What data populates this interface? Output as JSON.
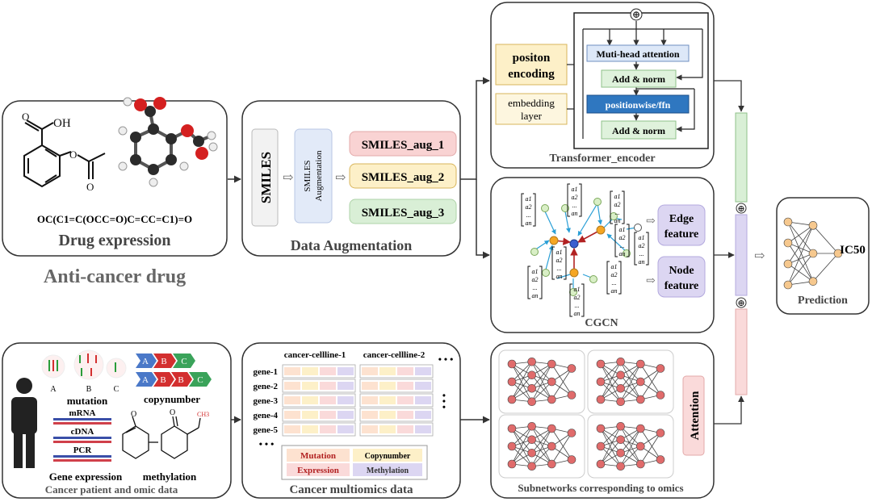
{
  "drug_panel": {
    "smiles_formula": "OC(C1=C(OCC=O)C=CC=C1)=O",
    "caption": "Drug expression",
    "oh_label": "OH",
    "o_label": "O"
  },
  "section_label_drug": "Anti-cancer drug",
  "augmentation": {
    "smiles_label": "SMILES",
    "augmentation_label_line1": "SMILES",
    "augmentation_label_line2": "Augmentation",
    "aug_items": [
      "SMILES_aug_1",
      "SMILES_aug_2",
      "SMILES_aug_3"
    ],
    "caption": "Data Augmentation"
  },
  "transformer": {
    "positon_encoding_line1": "positon",
    "positon_encoding_line2": "encoding",
    "embedding_layer_line1": "embedding",
    "embedding_layer_line2": "layer",
    "multi_head": "Muti-head attention",
    "add_norm_1": "Add & norm",
    "positionwise": "positionwise/ffn",
    "add_norm_2": "Add & norm",
    "caption": "Transformer_encoder",
    "plus_symbol": "⊕"
  },
  "cgcn": {
    "edge_feature_line1": "Edge",
    "edge_feature_line2": "feature",
    "node_feature_line1": "Node",
    "node_feature_line2": "feature",
    "caption": "CGCN",
    "vector_symbols": [
      "a1",
      "a2",
      "...",
      "an"
    ]
  },
  "prediction": {
    "output_label": "IC50",
    "caption": "Prediction"
  },
  "omic_panel": {
    "mutation_label": "mutation",
    "copynumber_label": "copynumber",
    "gene_expression_label": "Gene expression",
    "methylation_label": "methylation",
    "mrna": "mRNA",
    "cdna": "cDNA",
    "pcr": "PCR",
    "abc": [
      "A",
      "B",
      "C"
    ],
    "ch3": "CH3",
    "o_label": "O",
    "caption": "Cancer patient and omic data"
  },
  "multiomics": {
    "cellline_1": "cancer-cellline-1",
    "cellline_2": "cancer-cellline-2",
    "genes": [
      "gene-1",
      "gene-2",
      "gene-3",
      "gene-4",
      "gene-5"
    ],
    "ellipsis": "• • •",
    "legend_mutation": "Mutation",
    "legend_copynumber": "Copynumber",
    "legend_expression": "Expression",
    "legend_methylation": "Methylation",
    "caption": "Cancer multiomics data"
  },
  "subnetworks": {
    "attention_label": "Attention",
    "caption": "Subnetworks corresponding to omics"
  },
  "colors": {
    "aug1": "#f9d3d3",
    "aug2": "#fdf0c8",
    "aug3": "#d9efd6",
    "lavender": "#dcd6f2",
    "node_orange": "#f6c88e",
    "node_red": "#e06b6b",
    "ffn_blue": "#2f77c0"
  }
}
